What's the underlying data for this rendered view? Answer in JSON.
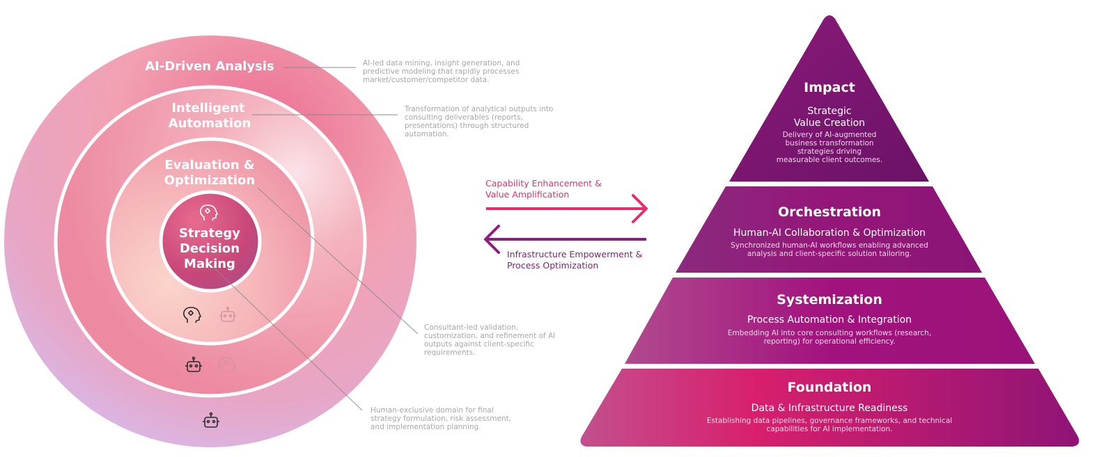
{
  "rings": {
    "outer": "AI-Driven Analysis",
    "second_line1": "Intelligent",
    "second_line2": "Automation",
    "third_line1": "Evaluation &",
    "third_line2": "Optimization",
    "core_line1": "Strategy",
    "core_line2": "Decision",
    "core_line3": "Making"
  },
  "descriptions": {
    "analysis": [
      "AI-led data mining, insight generation, and",
      "predictive modeling that rapidly processes",
      "market/customer/competitor data."
    ],
    "automation": [
      "Transformation of analytical outputs into",
      "consulting deliverables (reports,",
      "presentations) through structured",
      "automation."
    ],
    "evaluation": [
      "Consultant-led validation,",
      "customization, and refinement of AI",
      "outputs against client-specific",
      "requirements."
    ],
    "strategy": [
      "Human-exclusive domain for final",
      "strategy formulation, risk assessment,",
      "and implementation planning."
    ]
  },
  "arrows": {
    "top_line1": "Capability Enhancement &",
    "top_line2": "Value Amplification",
    "bottom_line1": "Infrastructure Empowerment &",
    "bottom_line2": "Process Optimization"
  },
  "pyramid": {
    "impact": {
      "title": "Impact",
      "subtitle_line1": "Strategic",
      "subtitle_line2": "Value Creation",
      "desc": [
        "Delivery of AI-augmented",
        "business transformation",
        "strategies driving",
        "measurable client outcomes."
      ]
    },
    "orchestration": {
      "title": "Orchestration",
      "subtitle": "Human-AI Collaboration & Optimization",
      "desc": [
        "Synchronized human-AI workflows enabling advanced",
        "analysis and client-specific solution tailoring."
      ]
    },
    "systemization": {
      "title": "Systemization",
      "subtitle": "Process Automation & Integration",
      "desc": [
        "Embedding AI into core consulting workflows (research,",
        "reporting) for operational efficiency."
      ]
    },
    "foundation": {
      "title": "Foundation",
      "subtitle": "Data & Infrastructure Readiness",
      "desc": [
        "Establishing data pipelines, governance frameworks, and technical",
        "capabilities for AI implementation."
      ]
    }
  },
  "icons": [
    "brain-icon",
    "robot-icon"
  ],
  "colors": {
    "ring_pink": "#ef7d98",
    "arrow_pink": "#e42f6c",
    "arrow_purple": "#8b1c80",
    "pyramid_magenta": "#a6147e",
    "pyramid_purple": "#6f1468"
  }
}
